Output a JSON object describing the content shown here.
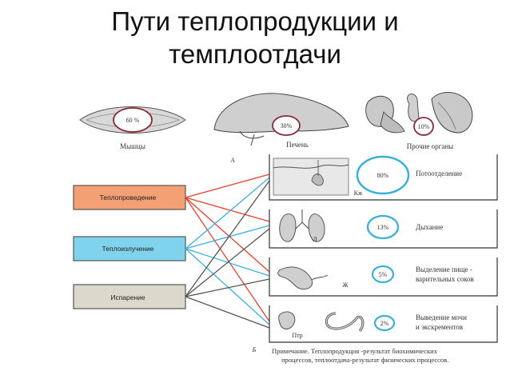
{
  "title": {
    "line1": "Пути теплопродукции и",
    "line2": "темплоотдачи"
  },
  "production": [
    {
      "name": "Мышцы",
      "percent": "60 %"
    },
    {
      "name": "Печень",
      "percent": "30%"
    },
    {
      "name": "Прочие органы",
      "percent": "10%"
    }
  ],
  "panel_letters": {
    "top": "А",
    "bottom": "Б"
  },
  "methods": [
    {
      "label": "Теплопроведение",
      "color": "#f2a074"
    },
    {
      "label": "Теплоизлучение",
      "color": "#7fd3ec"
    },
    {
      "label": "Испарение",
      "color": "#ddd8cc"
    }
  ],
  "outputs": [
    {
      "percent": "80%",
      "line1": "Потоотделение",
      "line2": "",
      "organ_letter": "Кж"
    },
    {
      "percent": "13%",
      "line1": "Дыхание",
      "line2": "",
      "organ_letter": "Л"
    },
    {
      "percent": "5%",
      "line1": "Выделение пище -",
      "line2": "варительных соков",
      "organ_letter": "Ж"
    },
    {
      "percent": "2%",
      "line1": "Выведение мочи",
      "line2": "и экскрементов",
      "organ_letter": "Птр"
    }
  ],
  "note": {
    "line1": "Примечание. Теплопродукция -результат биохимических",
    "line2": "процессов, теплоотдача-результат физических процессов."
  },
  "line_colors": {
    "red": "#e8402e",
    "blue": "#3ab0da",
    "dark": "#555555"
  }
}
